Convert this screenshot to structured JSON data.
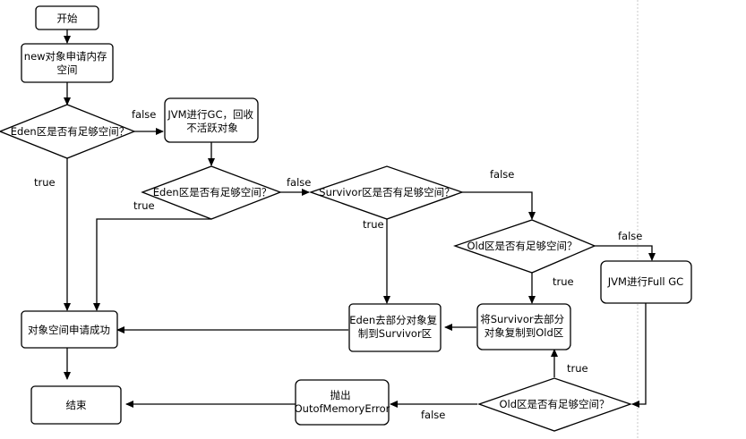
{
  "nodes": {
    "start": [
      "开始"
    ],
    "alloc": [
      "new对象申请内存",
      "空间"
    ],
    "eden_check_1": [
      "Eden区是否有足够空间？"
    ],
    "jvm_gc": [
      "JVM进行GC，回收",
      "不活跃对象"
    ],
    "eden_check_2": [
      "Eden区是否有足够空间？"
    ],
    "survivor_check": [
      "Survivor区是否有足够空间？"
    ],
    "old_check_1": [
      "Old区是否有足够空间？"
    ],
    "full_gc": [
      "JVM进行Full GC"
    ],
    "alloc_success": [
      "对象空间申请成功"
    ],
    "eden_to_survivor": [
      "Eden去部分对象复",
      "制到Survivor区"
    ],
    "survivor_to_old": [
      "将Survivor去部分",
      "对象复制到Old区"
    ],
    "end": [
      "结束"
    ],
    "oom": [
      "抛出",
      "OutofMemoryError"
    ],
    "old_check_2": [
      "Old区是否有足够空间？"
    ]
  },
  "edge_labels": {
    "eden1_false": "false",
    "eden1_true": "true",
    "eden2_false": "false",
    "eden2_true": "true",
    "survivor_false": "false",
    "survivor_true": "true",
    "old1_false": "false",
    "old1_true": "true",
    "old2_true": "true",
    "old2_false": "false"
  }
}
